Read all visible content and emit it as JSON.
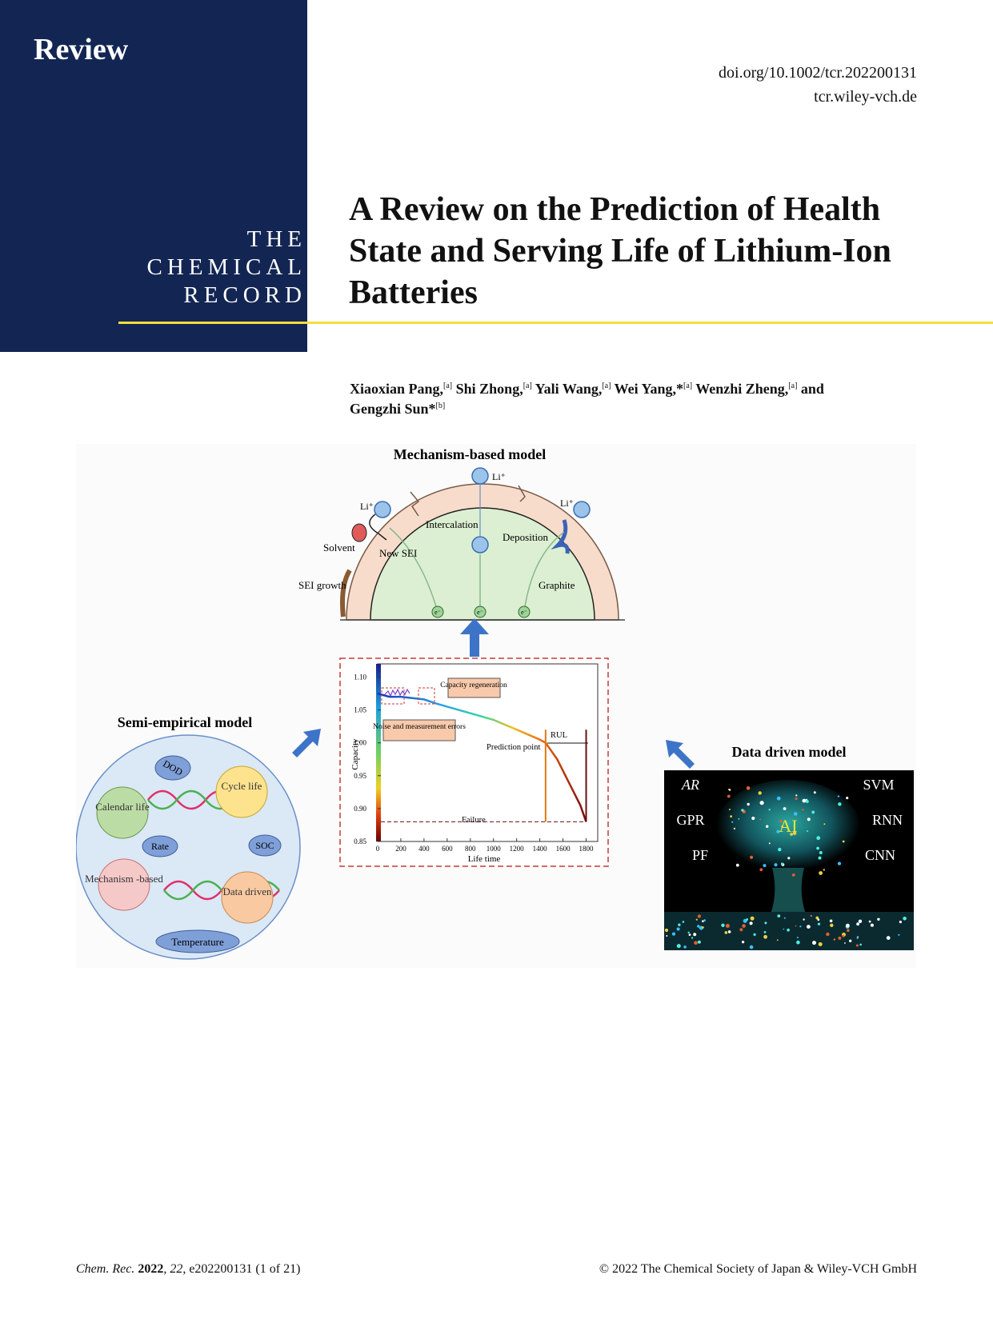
{
  "header": {
    "section": "Review",
    "journal_lines": [
      "THE",
      "CHEMICAL",
      "RECORD"
    ],
    "doi": "doi.org/10.1002/tcr.202200131",
    "site": "tcr.wiley-vch.de"
  },
  "title": "A Review on the Prediction of Health State and Serving Life of Lithium-Ion Batteries",
  "authors": {
    "a1": "Xiaoxian Pang,",
    "a1_sup": "[a]",
    "a2": " Shi Zhong,",
    "a2_sup": "[a]",
    "a3": " Yali Wang,",
    "a3_sup": "[a]",
    "a4": " Wei Yang,*",
    "a4_sup": "[a]",
    "a5": " Wenzhi Zheng,",
    "a5_sup": "[a]",
    "and": " and ",
    "a6": "Gengzhi Sun*",
    "a6_sup": "[b]"
  },
  "figure": {
    "mechanism": {
      "title": "Mechanism-based model",
      "li": "Li⁺",
      "labels": [
        "Intercalation",
        "Deposition",
        "Solvent",
        "New SEI",
        "SEI growth",
        "Graphite"
      ],
      "electron": "e⁻"
    },
    "semi": {
      "title": "Semi-empirical model",
      "circles": [
        "Calendar life",
        "Cycle life",
        "Mechanism -based",
        "Data driven"
      ],
      "clouds": [
        "DOD",
        "Rate",
        "SOC",
        "Temperature"
      ]
    },
    "data_driven": {
      "title": "Data driven model",
      "labels": [
        "AR",
        "SVM",
        "GPR",
        "AI",
        "RNN",
        "PF",
        "CNN"
      ]
    }
  },
  "chart_data": {
    "type": "line",
    "xlabel": "Life time",
    "ylabel": "Capacity",
    "x_ticks": [
      0,
      200,
      400,
      600,
      800,
      1000,
      1200,
      1400,
      1600,
      1800
    ],
    "y_ticks": [
      "0.85",
      "0.90",
      "0.95",
      "1.00",
      "1.05",
      "1.10"
    ],
    "xlim": [
      0,
      1900
    ],
    "ylim": [
      0.85,
      1.12
    ],
    "series": [
      {
        "x": [
          0,
          100,
          200,
          300,
          400,
          500,
          600,
          800,
          1000,
          1200,
          1400,
          1450,
          1550,
          1650,
          1750,
          1800
        ],
        "values": [
          1.075,
          1.07,
          1.07,
          1.068,
          1.066,
          1.06,
          1.055,
          1.045,
          1.035,
          1.02,
          1.005,
          1.0,
          0.975,
          0.94,
          0.905,
          0.88
        ]
      }
    ],
    "failure_level": 0.88,
    "prediction_point": 1450,
    "annotations": [
      "Capacity regeneration",
      "Noise and measurement errors",
      "Prediction point",
      "RUL",
      "Failure"
    ]
  },
  "footer": {
    "journal": "Chem. Rec.",
    "year": "2022",
    "volume": "22",
    "rest": ", e202200131 (1 of 21)",
    "copyright": "© 2022 The Chemical Society of Japan & Wiley-VCH GmbH"
  }
}
